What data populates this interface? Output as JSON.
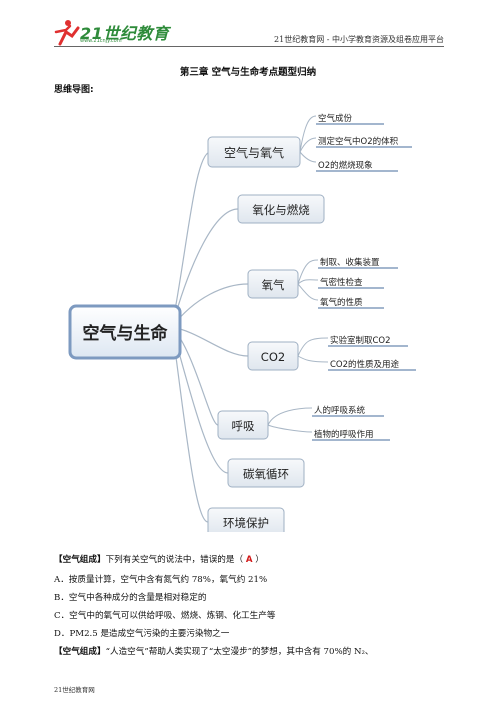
{
  "header": {
    "logo_text": "21世纪教育",
    "logo_sub": "www.21cnjy.com",
    "site_text": "21世纪教育网  - 中小学教育资源及组卷应用平台"
  },
  "doc": {
    "title": "第三章  空气与生命考点题型归纳",
    "subtitle": "思维导图:"
  },
  "mindmap": {
    "center": "空气与生命",
    "branches": [
      {
        "label": "空气与氧气",
        "leaves": [
          "空气成份",
          "测定空气中O2的体积",
          "O2的燃烧现象"
        ]
      },
      {
        "label": "氧化与燃烧",
        "leaves": []
      },
      {
        "label": "氧气",
        "leaves": [
          "制取、收集装置",
          "气密性检查",
          "氧气的性质"
        ]
      },
      {
        "label": "CO2",
        "leaves": [
          "实验室制取CO2",
          "CO2的性质及用途"
        ]
      },
      {
        "label": "呼吸",
        "leaves": [
          "人的呼吸系统",
          "植物的呼吸作用"
        ]
      },
      {
        "label": "碳氧循环",
        "leaves": []
      },
      {
        "label": "环境保护",
        "leaves": []
      }
    ]
  },
  "questions": {
    "q1": {
      "tag": "【空气组成】",
      "stem": "下列有关空气的说法中，错误的是（ ",
      "answer": "A",
      "stem_end": " ）",
      "options": [
        "A．按质量计算，空气中含有氮气约  78%，氧气约  21%",
        "B．空气中各种成分的含量是相对稳定的",
        "C．空气中的氧气可以供给呼吸、燃烧、炼钢、化工生产等",
        "D．PM2.5 是造成空气污染的主要污染物之一"
      ]
    },
    "q2": {
      "tag": "【空气组成】",
      "stem": "“人造空气”帮助人类实现了“太空漫步”的梦想，其中含有 70%的 N₂、"
    }
  },
  "footer": {
    "text": "21世纪教育网"
  }
}
